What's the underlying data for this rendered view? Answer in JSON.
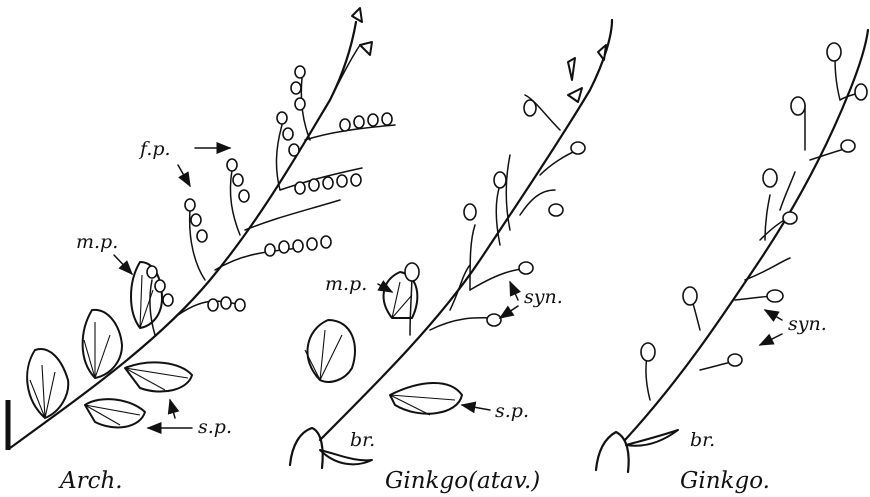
{
  "labels": {
    "fp": "f.p.",
    "mp1": "m.p.",
    "sp1": "s.p.",
    "mp2": "m.p.",
    "syn1": "syn.",
    "sp2": "s.p.",
    "br1": "br.",
    "syn2": "syn.",
    "br2": "br."
  },
  "captions": {
    "left": "Arch.",
    "middle": "Ginkgo(atav.)",
    "right": "Ginkgo."
  }
}
